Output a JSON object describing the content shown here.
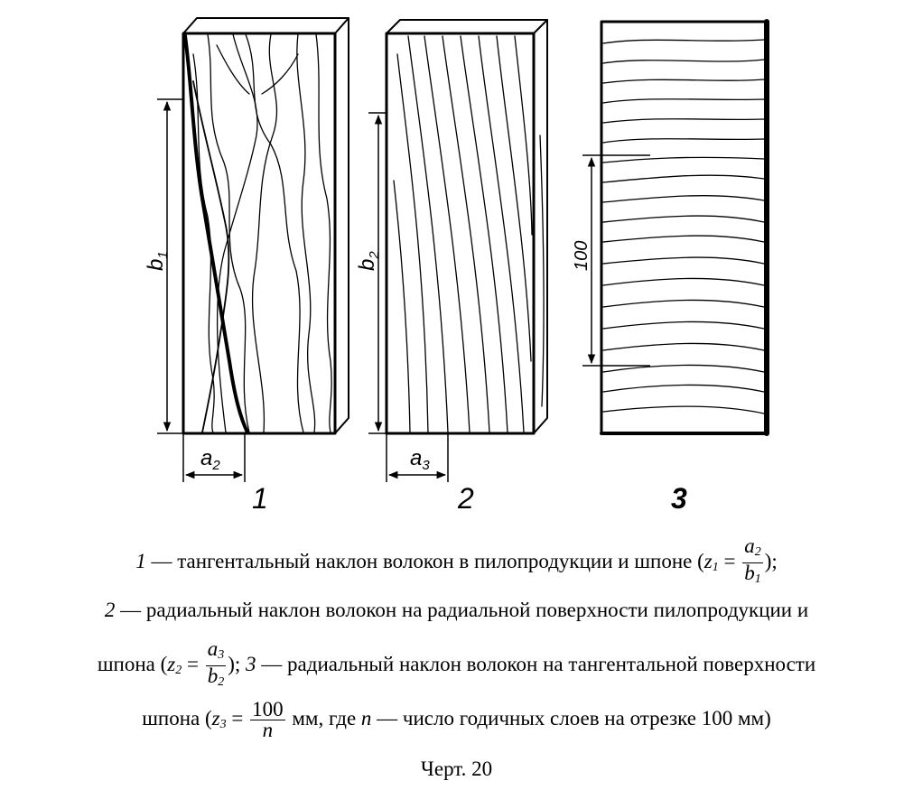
{
  "figure": {
    "labels": {
      "b1": "b",
      "b1_sub": "1",
      "b2": "b",
      "b2_sub": "2",
      "a2": "a",
      "a2_sub": "2",
      "a3": "a",
      "a3_sub": "3",
      "dim_100": "100",
      "sample_1": "1",
      "sample_2": "2",
      "sample_3": "3"
    }
  },
  "caption": {
    "line1": {
      "num": "1",
      "text": " — тангентальный наклон волокон в пилопродукции и шпоне (",
      "z": "z",
      "z_sub": "1",
      "eq": " = ",
      "frac_num": "a",
      "frac_num_sub": "2",
      "frac_den": "b",
      "frac_den_sub": "1",
      "tail": ");"
    },
    "line2": {
      "num": "2",
      "text": " — радиальный наклон волокон на радиальной поверхности пилопродукции и"
    },
    "line3": {
      "text_start": "шпона (",
      "z": "z",
      "z_sub": "2",
      "eq": " = ",
      "frac_num": "a",
      "frac_num_sub": "3",
      "frac_den": "b",
      "frac_den_sub": "2",
      "mid": "); ",
      "num": "3",
      "text_end": " — радиальный наклон волокон на тангентальной поверхности"
    },
    "line4": {
      "text_start": "шпона (",
      "z": "z",
      "z_sub": "3",
      "eq": " = ",
      "frac_num": "100",
      "frac_den": "n",
      "mm": " мм, где ",
      "n": "n",
      "text_end": " — число годичных слоев на отрезке 100 мм)"
    },
    "title": "Черт. 20"
  }
}
